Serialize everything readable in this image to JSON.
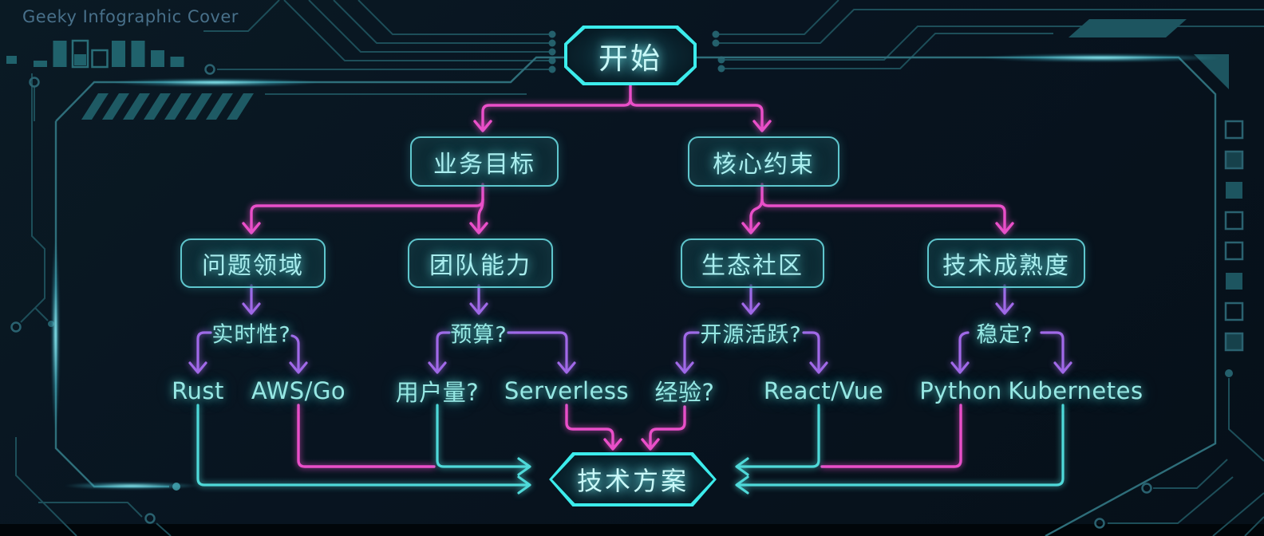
{
  "page_title": "Geeky Infographic Cover",
  "colors": {
    "background": "#071019",
    "bright_cyan_accent": "#3cecec",
    "node_border_cyan": "#5fc6cd",
    "node_text_cyan": "#a9edee",
    "magenta_flow": "#ea4fc9",
    "purple_flow": "#a169e8",
    "cyan_flow": "#4fd9d9",
    "circuit_teal": "#1d4e59",
    "frame_teal": "#2e6e7a",
    "title_slate": "#48708a"
  },
  "flowchart": {
    "start": {
      "label": "开始"
    },
    "level1": [
      {
        "label": "业务目标"
      },
      {
        "label": "核心约束"
      }
    ],
    "level2": [
      {
        "label": "问题领域"
      },
      {
        "label": "团队能力"
      },
      {
        "label": "生态社区"
      },
      {
        "label": "技术成熟度"
      }
    ],
    "questions": [
      {
        "label": "实时性?"
      },
      {
        "label": "预算?"
      },
      {
        "label": "开源活跃?"
      },
      {
        "label": "稳定?"
      }
    ],
    "leaves": [
      {
        "label": "Rust"
      },
      {
        "label": "AWS/Go"
      },
      {
        "label": "用户量?"
      },
      {
        "label": "Serverless"
      },
      {
        "label": "经验?"
      },
      {
        "label": "React/Vue"
      },
      {
        "label": "Python"
      },
      {
        "label": "Kubernetes"
      }
    ],
    "end": {
      "label": "技术方案"
    }
  },
  "decor": {
    "icons": [
      "bar-chart-icon",
      "hazard-stripes-icon",
      "circuit-trace-icon",
      "connector-dot-icon",
      "squares-column-icon"
    ]
  }
}
